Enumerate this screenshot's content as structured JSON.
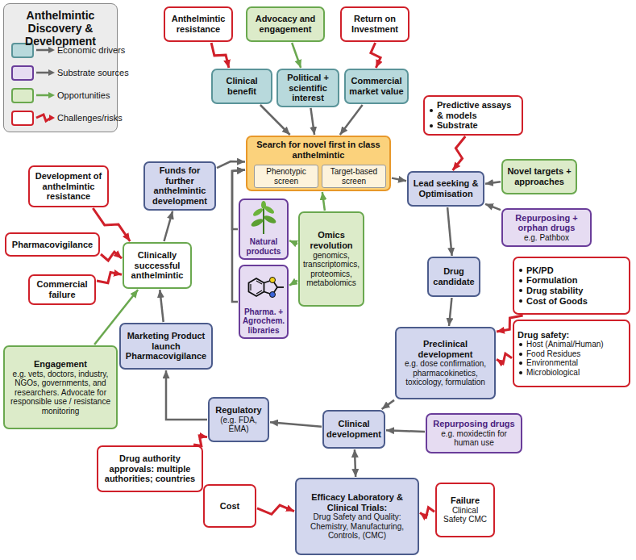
{
  "diagram": {
    "title": "Anthelmintic Discovery & Development",
    "nodes": [
      {
        "text": [
          "Anthelmintic resistance"
        ]
      },
      {
        "text": [
          "Advocacy and engagement"
        ]
      },
      {
        "text": [
          "Return on Investment"
        ]
      },
      {
        "text": [
          "Clinical benefit"
        ]
      },
      {
        "text": [
          "Political + scientific interest"
        ]
      },
      {
        "text": [
          "Commercial market value"
        ]
      },
      {
        "text": [
          "Search for novel first in class anthelmintic"
        ]
      },
      {
        "text": [
          "Phenotypic screen"
        ],
        "in": 6
      },
      {
        "text": [
          "Target-based screen"
        ],
        "in": 6
      },
      {
        "text": [
          "Predictive assays & models",
          "Substrate"
        ]
      },
      {
        "text": [
          "Lead seeking & Optimisation"
        ]
      },
      {
        "text": [
          "Novel targets + approaches"
        ]
      },
      {
        "text": [
          "Repurposing + orphan drugs",
          "e.g. Pathbox"
        ]
      },
      {
        "text": [
          "Funds for further anthelmintic development"
        ]
      },
      {
        "text": [
          "Natural products"
        ]
      },
      {
        "text": [
          "Omics revolution",
          "genomics, transcriptomics, proteomics, metabolomics"
        ]
      },
      {
        "text": [
          "Pharma. + Agrochem. libraries"
        ]
      },
      {
        "text": [
          "Development of anthelmintic resistance"
        ]
      },
      {
        "text": [
          "Pharmacovigilance"
        ]
      },
      {
        "text": [
          "Clinically successful anthelmintic"
        ]
      },
      {
        "text": [
          "Commercial failure"
        ]
      },
      {
        "text": [
          "Drug candidate"
        ]
      },
      {
        "text": [
          "PK/PD",
          "Formulation",
          "Drug stability",
          "Cost of Goods"
        ]
      },
      {
        "text": [
          "Drug safety:",
          "Host (Animal/Human)",
          "Food Residues",
          "Environmental",
          "Microbiological"
        ]
      },
      {
        "text": [
          "Engagement",
          "e.g. vets, doctors, industry, NGOs, governments, and researchers. Advocate for responsible use / resistance monitoring"
        ]
      },
      {
        "text": [
          "Marketing Product launch Pharmacovigilance"
        ]
      },
      {
        "text": [
          "Preclinical development",
          "e.g. dose confirmation, pharmacokinetics, toxicology, formulation"
        ]
      },
      {
        "text": [
          "Regulatory",
          "(e.g. FDA, EMA)"
        ]
      },
      {
        "text": [
          "Clinical development"
        ]
      },
      {
        "text": [
          "Repurposing drugs",
          "e.g. moxidectin for human use"
        ]
      },
      {
        "text": [
          "Drug authority approvals: multiple authorities; countries"
        ]
      },
      {
        "text": [
          "Efficacy Laboratory & Clinical Trials:",
          "Drug Safety and Quality: Chemistry, Manufacturing, Controls, (CMC)"
        ]
      },
      {
        "text": [
          "Cost"
        ]
      },
      {
        "text": [
          "Failure",
          "Clinical Safety CMC"
        ]
      }
    ],
    "edges": [
      {
        "from": 3,
        "to": 6,
        "arrow": "to"
      },
      {
        "from": 4,
        "to": 6,
        "arrow": "to"
      },
      {
        "from": 5,
        "to": 6,
        "arrow": "to"
      },
      {
        "from": 1,
        "to": 4,
        "arrow": "to"
      },
      {
        "from": 0,
        "to": 3,
        "arrow": "to"
      },
      {
        "from": 2,
        "to": 5,
        "arrow": "to"
      },
      {
        "from": 6,
        "to": 10,
        "arrow": "to"
      },
      {
        "from": 9,
        "to": 10,
        "arrow": "to"
      },
      {
        "from": 11,
        "to": 10,
        "arrow": "to"
      },
      {
        "from": 12,
        "to": 10,
        "arrow": "to"
      },
      {
        "from": 10,
        "to": 21,
        "arrow": "to"
      },
      {
        "from": 21,
        "to": 26,
        "arrow": "to"
      },
      {
        "from": 22,
        "to": 26,
        "arrow": "to"
      },
      {
        "from": 23,
        "to": 26,
        "arrow": "to"
      },
      {
        "from": 26,
        "to": 28,
        "arrow": "to"
      },
      {
        "from": 29,
        "to": 28,
        "arrow": "to"
      },
      {
        "from": 28,
        "to": 31,
        "arrow": "both"
      },
      {
        "from": 32,
        "to": 31,
        "arrow": "to"
      },
      {
        "from": 33,
        "to": 31,
        "arrow": "to"
      },
      {
        "from": 28,
        "to": 27,
        "arrow": "to"
      },
      {
        "from": 30,
        "to": 27,
        "arrow": "to"
      },
      {
        "from": 27,
        "to": 25,
        "arrow": "to"
      },
      {
        "from": 25,
        "to": 19,
        "arrow": "to"
      },
      {
        "from": 19,
        "to": 13,
        "arrow": "to"
      },
      {
        "from": 13,
        "to": 6,
        "arrow": "to"
      },
      {
        "from": 14,
        "to": 6,
        "arrow": "to"
      },
      {
        "from": 16,
        "to": 6,
        "arrow": "to"
      },
      {
        "from": 15,
        "to": 6,
        "arrow": "to"
      },
      {
        "from": 15,
        "to": 14,
        "arrow": "to"
      },
      {
        "from": 15,
        "to": 16,
        "arrow": "to"
      },
      {
        "from": 24,
        "to": 19,
        "arrow": "to"
      },
      {
        "from": 17,
        "to": 19,
        "arrow": "to"
      },
      {
        "from": 18,
        "to": 19,
        "arrow": "to"
      },
      {
        "from": 20,
        "to": 19,
        "arrow": "to"
      }
    ],
    "legend": [
      {
        "text": "Economic drivers",
        "color": "#b8d9dc"
      },
      {
        "text": "Substrate sources",
        "color": "#e6dcf2"
      },
      {
        "text": "Opportunities",
        "color": "#dcebc9"
      },
      {
        "text": "Challenges/risks",
        "color": "#ffffff"
      }
    ]
  }
}
